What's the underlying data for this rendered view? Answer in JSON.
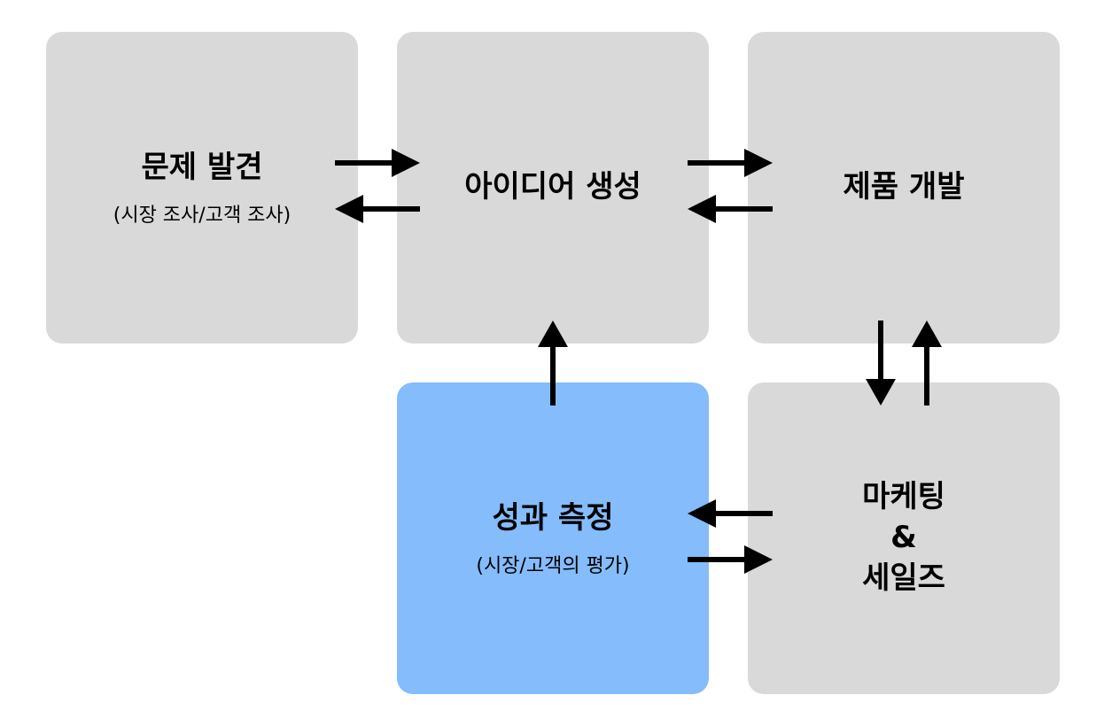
{
  "boxes": {
    "problem": {
      "title": "문제 발견",
      "subtitle": "(시장 조사/고객 조사)"
    },
    "idea": {
      "title": "아이디어 생성"
    },
    "product": {
      "title": "제품 개발"
    },
    "performance": {
      "title": "성과 측정",
      "subtitle": "(시장/고객의 평가)"
    },
    "marketing": {
      "line1": "마케팅",
      "line2": "&",
      "line3": "세일즈"
    }
  },
  "colors": {
    "box": "#d9d9d9",
    "highlight": "#84bcfc",
    "arrow": "#000000"
  }
}
